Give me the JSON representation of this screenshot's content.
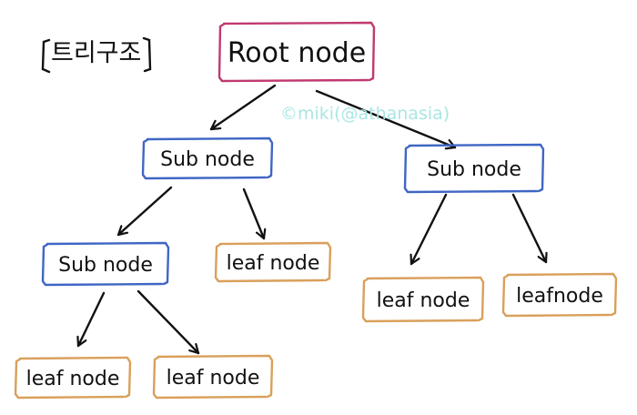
{
  "title": "트리구조",
  "watermark": "©miki(@athanasia)",
  "colors": {
    "root": "#c0396f",
    "sub": "#3f66c4",
    "leaf": "#d9a05b",
    "watermark": "#a9e6e4",
    "ink": "#111111"
  },
  "nodes": [
    {
      "id": "root",
      "label": "Root node",
      "kind": "root"
    },
    {
      "id": "sub-left",
      "label": "Sub node",
      "kind": "sub"
    },
    {
      "id": "sub-right",
      "label": "Sub node",
      "kind": "sub"
    },
    {
      "id": "sub-left-left",
      "label": "Sub node",
      "kind": "sub"
    },
    {
      "id": "leaf-left-right",
      "label": "leaf node",
      "kind": "leaf"
    },
    {
      "id": "leaf-right-1",
      "label": "leaf node",
      "kind": "leaf"
    },
    {
      "id": "leaf-right-2",
      "label": "leafnode",
      "kind": "leaf"
    },
    {
      "id": "leaf-bottom-1",
      "label": "leaf node",
      "kind": "leaf"
    },
    {
      "id": "leaf-bottom-2",
      "label": "leaf node",
      "kind": "leaf"
    }
  ],
  "edges": [
    {
      "from": "root",
      "to": "sub-left"
    },
    {
      "from": "root",
      "to": "sub-right"
    },
    {
      "from": "sub-left",
      "to": "sub-left-left"
    },
    {
      "from": "sub-left",
      "to": "leaf-left-right"
    },
    {
      "from": "sub-right",
      "to": "leaf-right-1"
    },
    {
      "from": "sub-right",
      "to": "leaf-right-2"
    },
    {
      "from": "sub-left-left",
      "to": "leaf-bottom-1"
    },
    {
      "from": "sub-left-left",
      "to": "leaf-bottom-2"
    }
  ]
}
